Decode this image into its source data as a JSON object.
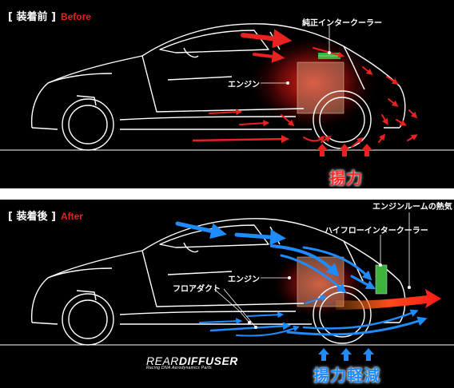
{
  "before": {
    "title_jp": "[ 装着前 ]",
    "title_en": "Before",
    "label_intercooler": "純正インタークーラー",
    "label_engine": "エンジン",
    "label_lift": "揚力"
  },
  "after": {
    "title_jp": "[ 装着後 ]",
    "title_en": "After",
    "label_engine_room_heat": "エンジンルームの熱気",
    "label_intercooler": "ハイフローインタークーラー",
    "label_engine": "エンジン",
    "label_floor_duct": "フロアダクト",
    "label_lift_reduced": "揚力軽減",
    "logo_rear": "REAR",
    "logo_diffuser": "DIFFUSER",
    "logo_sub": "Racing DNA Aerodynamics Parts"
  },
  "colors": {
    "before_accent": "#e82121",
    "after_accent": "#1e8cff",
    "outline": "#ffffff"
  }
}
